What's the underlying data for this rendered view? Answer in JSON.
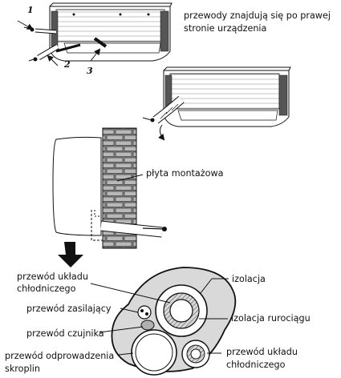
{
  "top_note": {
    "line1": "przewody znajdują się po prawej",
    "line2": "stronie urządzenia"
  },
  "step_numbers": [
    "1",
    "2",
    "3"
  ],
  "wall": {
    "label": "płyta montażowa"
  },
  "cross_section": {
    "refrigerant_pipe_top": {
      "line1": "przewód układu",
      "line2": "chłodniczego"
    },
    "insulation": "izolacja",
    "power_cable": "przewód zasilający",
    "pipe_insulation": "izolacja rurociągu",
    "sensor_cable": "przewód czujnika",
    "refrigerant_pipe_bottom": {
      "line1": "przewód układu",
      "line2": "chłodniczego"
    },
    "drain_hose": {
      "line1": "przewód odprowadzenia",
      "line2": "skroplin"
    }
  },
  "icons": [
    "ac-unit-icon",
    "wall-bricks-icon",
    "cable-bundle-icon",
    "curved-arrow-icon"
  ]
}
